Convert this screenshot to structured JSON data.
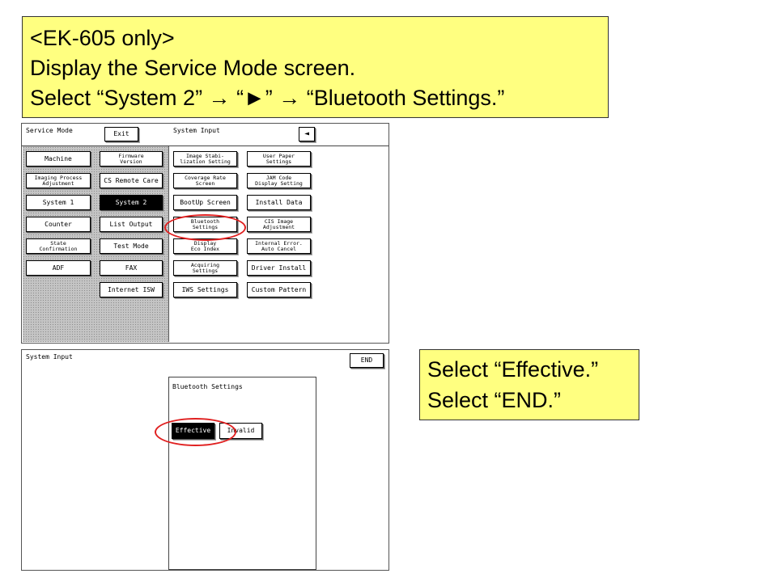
{
  "top_note": {
    "lines": [
      "<EK-605 only>",
      "Display the Service Mode screen.",
      "Select “System 2” → “►” → “Bluetooth Settings.”"
    ]
  },
  "right_note": {
    "lines": [
      "Select “Effective.”",
      "Select “END.”"
    ]
  },
  "screen1": {
    "title": "Service Mode",
    "exit_label": "Exit",
    "section_title": "System Input",
    "back_arrow": "◄",
    "left_col": [
      {
        "lines": [
          "Machine"
        ],
        "small": false,
        "selected": false
      },
      {
        "lines": [
          "Imaging Process",
          "Adjustment"
        ],
        "small": true,
        "selected": false
      },
      {
        "lines": [
          "System 1"
        ],
        "small": false,
        "selected": false
      },
      {
        "lines": [
          "Counter"
        ],
        "small": false,
        "selected": false
      },
      {
        "lines": [
          "State",
          "Confirmation"
        ],
        "small": true,
        "selected": false
      },
      {
        "lines": [
          "ADF"
        ],
        "small": false,
        "selected": false
      }
    ],
    "mid_col": [
      {
        "lines": [
          "Firmware",
          "Version"
        ],
        "small": true,
        "selected": false
      },
      {
        "lines": [
          "CS Remote Care"
        ],
        "small": false,
        "selected": false
      },
      {
        "lines": [
          "System 2"
        ],
        "small": false,
        "selected": true
      },
      {
        "lines": [
          "List Output"
        ],
        "small": false,
        "selected": false
      },
      {
        "lines": [
          "Test Mode"
        ],
        "small": false,
        "selected": false
      },
      {
        "lines": [
          "FAX"
        ],
        "small": false,
        "selected": false
      },
      {
        "lines": [
          "Internet ISW"
        ],
        "small": false,
        "selected": false
      }
    ],
    "right_col_a": [
      {
        "lines": [
          "Image Stabi-",
          "lization Setting"
        ],
        "small": true,
        "selected": false
      },
      {
        "lines": [
          "Coverage Rate",
          "Screen"
        ],
        "small": true,
        "selected": false
      },
      {
        "lines": [
          "BootUp Screen"
        ],
        "small": false,
        "selected": false
      },
      {
        "lines": [
          "Bluetooth",
          "Settings"
        ],
        "small": true,
        "selected": false
      },
      {
        "lines": [
          "Display",
          "Eco Index"
        ],
        "small": true,
        "selected": false
      },
      {
        "lines": [
          "Acquiring",
          "Settings"
        ],
        "small": true,
        "selected": false
      },
      {
        "lines": [
          "IWS Settings"
        ],
        "small": false,
        "selected": false
      }
    ],
    "right_col_b": [
      {
        "lines": [
          "User Paper",
          "Settings"
        ],
        "small": true,
        "selected": false
      },
      {
        "lines": [
          "JAM Code",
          "Display Setting"
        ],
        "small": true,
        "selected": false
      },
      {
        "lines": [
          "Install Data"
        ],
        "small": false,
        "selected": false
      },
      {
        "lines": [
          "CIS Image",
          "Adjustment"
        ],
        "small": true,
        "selected": false
      },
      {
        "lines": [
          "Internal Error.",
          "Auto Cancel"
        ],
        "small": true,
        "selected": false
      },
      {
        "lines": [
          "Driver Install"
        ],
        "small": false,
        "selected": false
      },
      {
        "lines": [
          "Custom Pattern"
        ],
        "small": false,
        "selected": false
      }
    ]
  },
  "screen2": {
    "title": "System Input",
    "end_label": "END",
    "panel_title": "Bluetooth Settings",
    "effective_label": "Effective",
    "invalid_label": "Invalid"
  },
  "colors": {
    "note_background": "#ffff80",
    "highlight_ring": "#e02020",
    "selected_button": "#000000"
  }
}
